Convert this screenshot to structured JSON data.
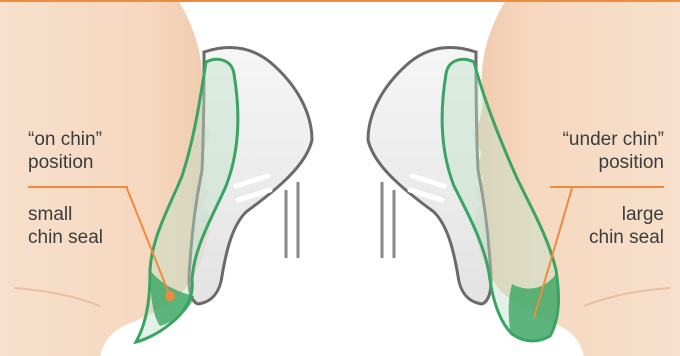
{
  "left_panel": {
    "position_line1": "“on chin”",
    "position_line2": "position",
    "seal_line1": "small",
    "seal_line2": "chin seal"
  },
  "right_panel": {
    "position_line1": "“under chin”",
    "position_line2": "position",
    "seal_line1": "large",
    "seal_line2": "chin seal"
  },
  "colors": {
    "accent_orange": "#f08a3c",
    "seal_green": "#3aa562",
    "skin": "#f6dcc6",
    "mask_gray": "#6a6a6a"
  }
}
